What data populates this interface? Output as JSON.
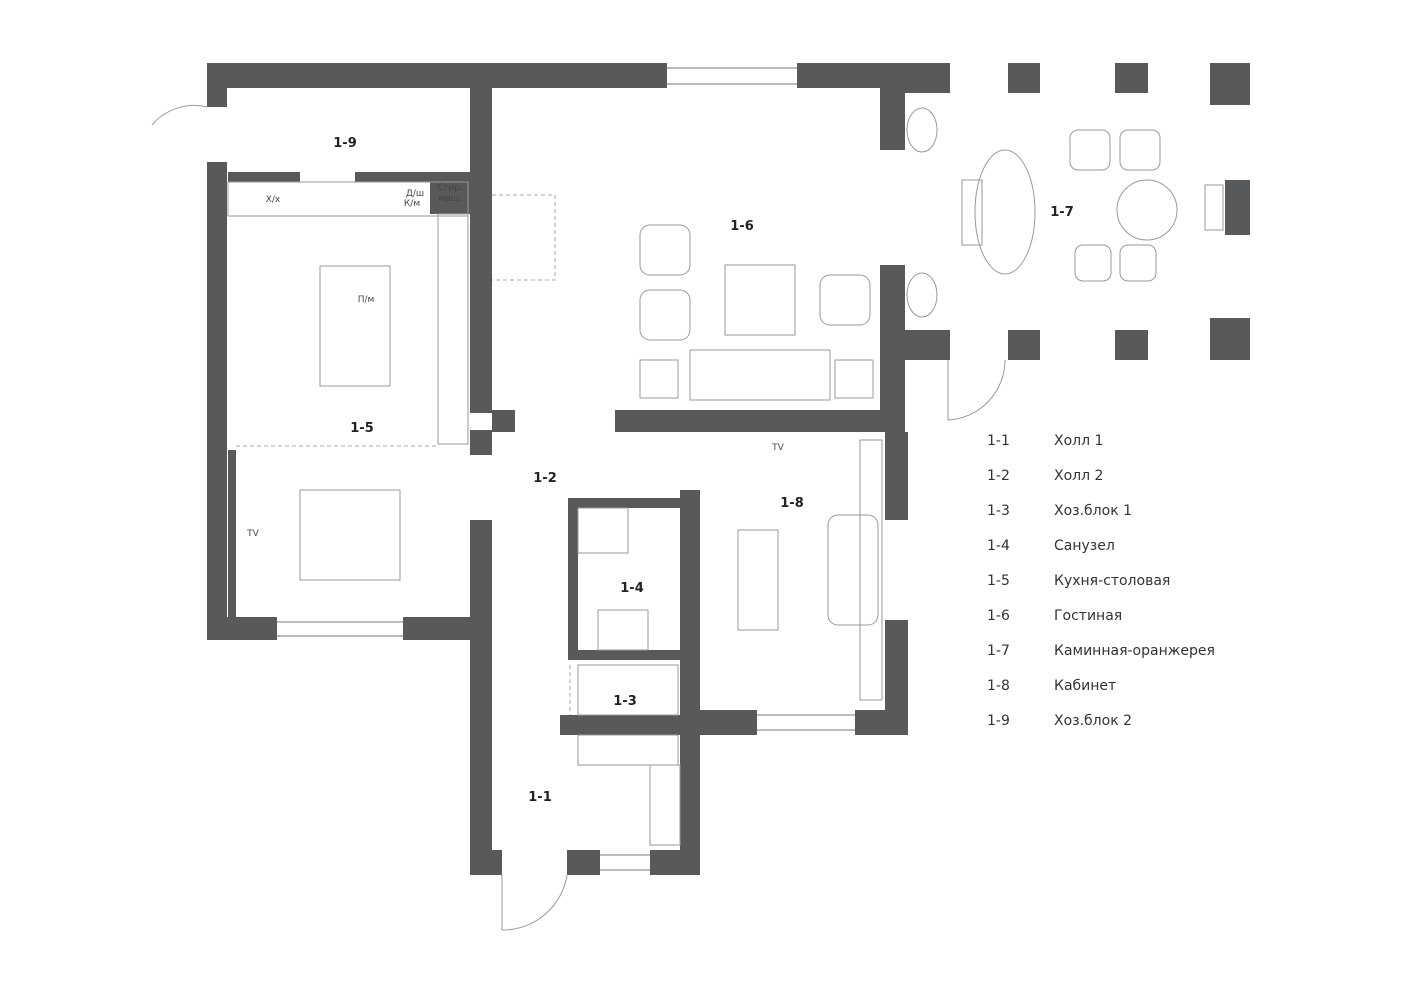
{
  "plan": {
    "rooms": [
      {
        "code": "1-1",
        "name": "Холл 1"
      },
      {
        "code": "1-2",
        "name": "Холл 2"
      },
      {
        "code": "1-3",
        "name": "Хоз.блок 1"
      },
      {
        "code": "1-4",
        "name": "Санузел"
      },
      {
        "code": "1-5",
        "name": "Кухня-столовая"
      },
      {
        "code": "1-6",
        "name": "Гостиная"
      },
      {
        "code": "1-7",
        "name": "Каминная-оранжерея"
      },
      {
        "code": "1-8",
        "name": "Кабинет"
      },
      {
        "code": "1-9",
        "name": "Хоз.блок 2"
      }
    ],
    "annotations": {
      "fridge": "Х/х",
      "dishwasher": "Д/ш",
      "microwave": "К/м",
      "washer_line1": "Стир.",
      "washer_line2": "маш.",
      "sink_dw": "П/м",
      "tv_dining": "TV",
      "tv_office": "TV"
    },
    "colors": {
      "wall": "#58595b"
    }
  }
}
